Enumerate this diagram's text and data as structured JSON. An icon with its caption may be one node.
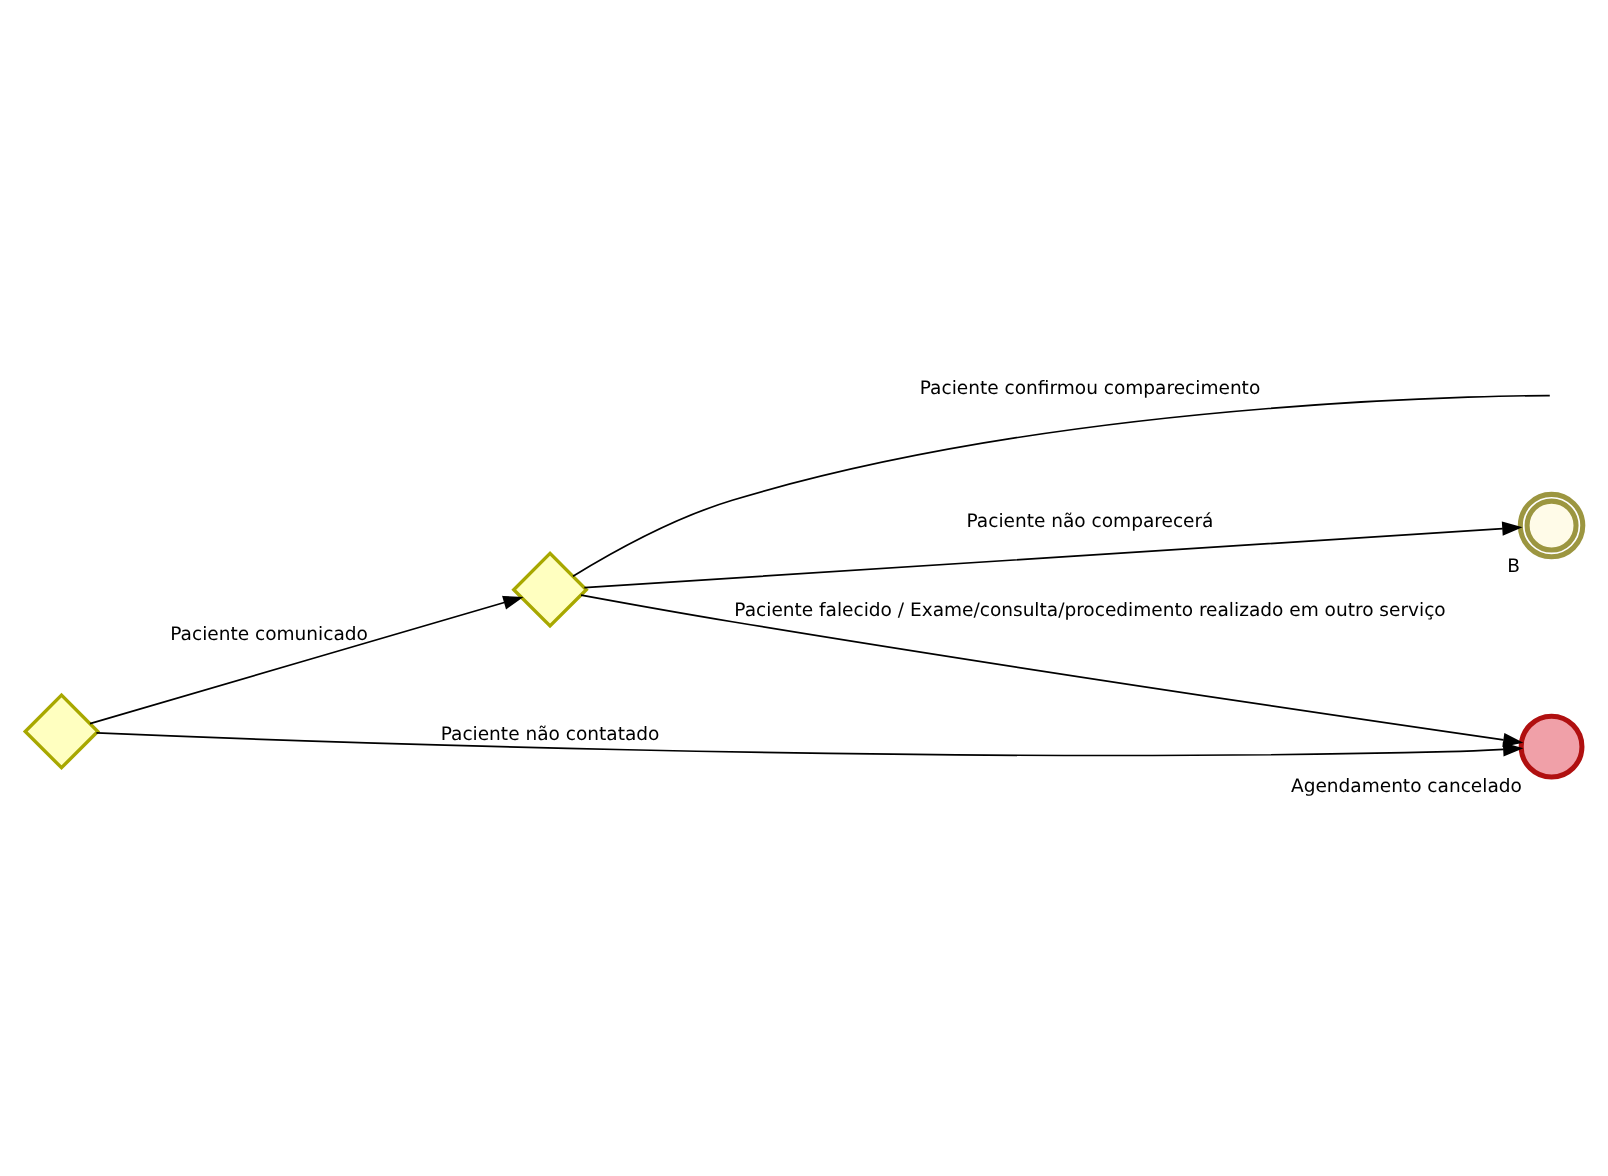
{
  "diagram": {
    "nodes": [
      {
        "text": [],
        "shape": "diamond"
      },
      {
        "text": [],
        "shape": "diamond"
      },
      {
        "text": [
          "B"
        ]
      },
      {
        "text": [
          "Agendamento cancelado"
        ]
      }
    ],
    "edges": [
      {
        "from": 0,
        "to": 1,
        "arrow": "to",
        "label": "Paciente comunicado"
      },
      {
        "from": 0,
        "to": 3,
        "arrow": "to",
        "label": "Paciente não contatado"
      },
      {
        "from": 1,
        "to": 2,
        "arrow": "to",
        "label": "Paciente não comparecerá"
      },
      {
        "from": 1,
        "to": null,
        "arrow": "none",
        "label": "Paciente confirmou comparecimento"
      },
      {
        "from": 1,
        "to": 3,
        "arrow": "to",
        "label": "Paciente falecido / Exame/consulta/procedimento realizado em outro serviço"
      }
    ]
  }
}
